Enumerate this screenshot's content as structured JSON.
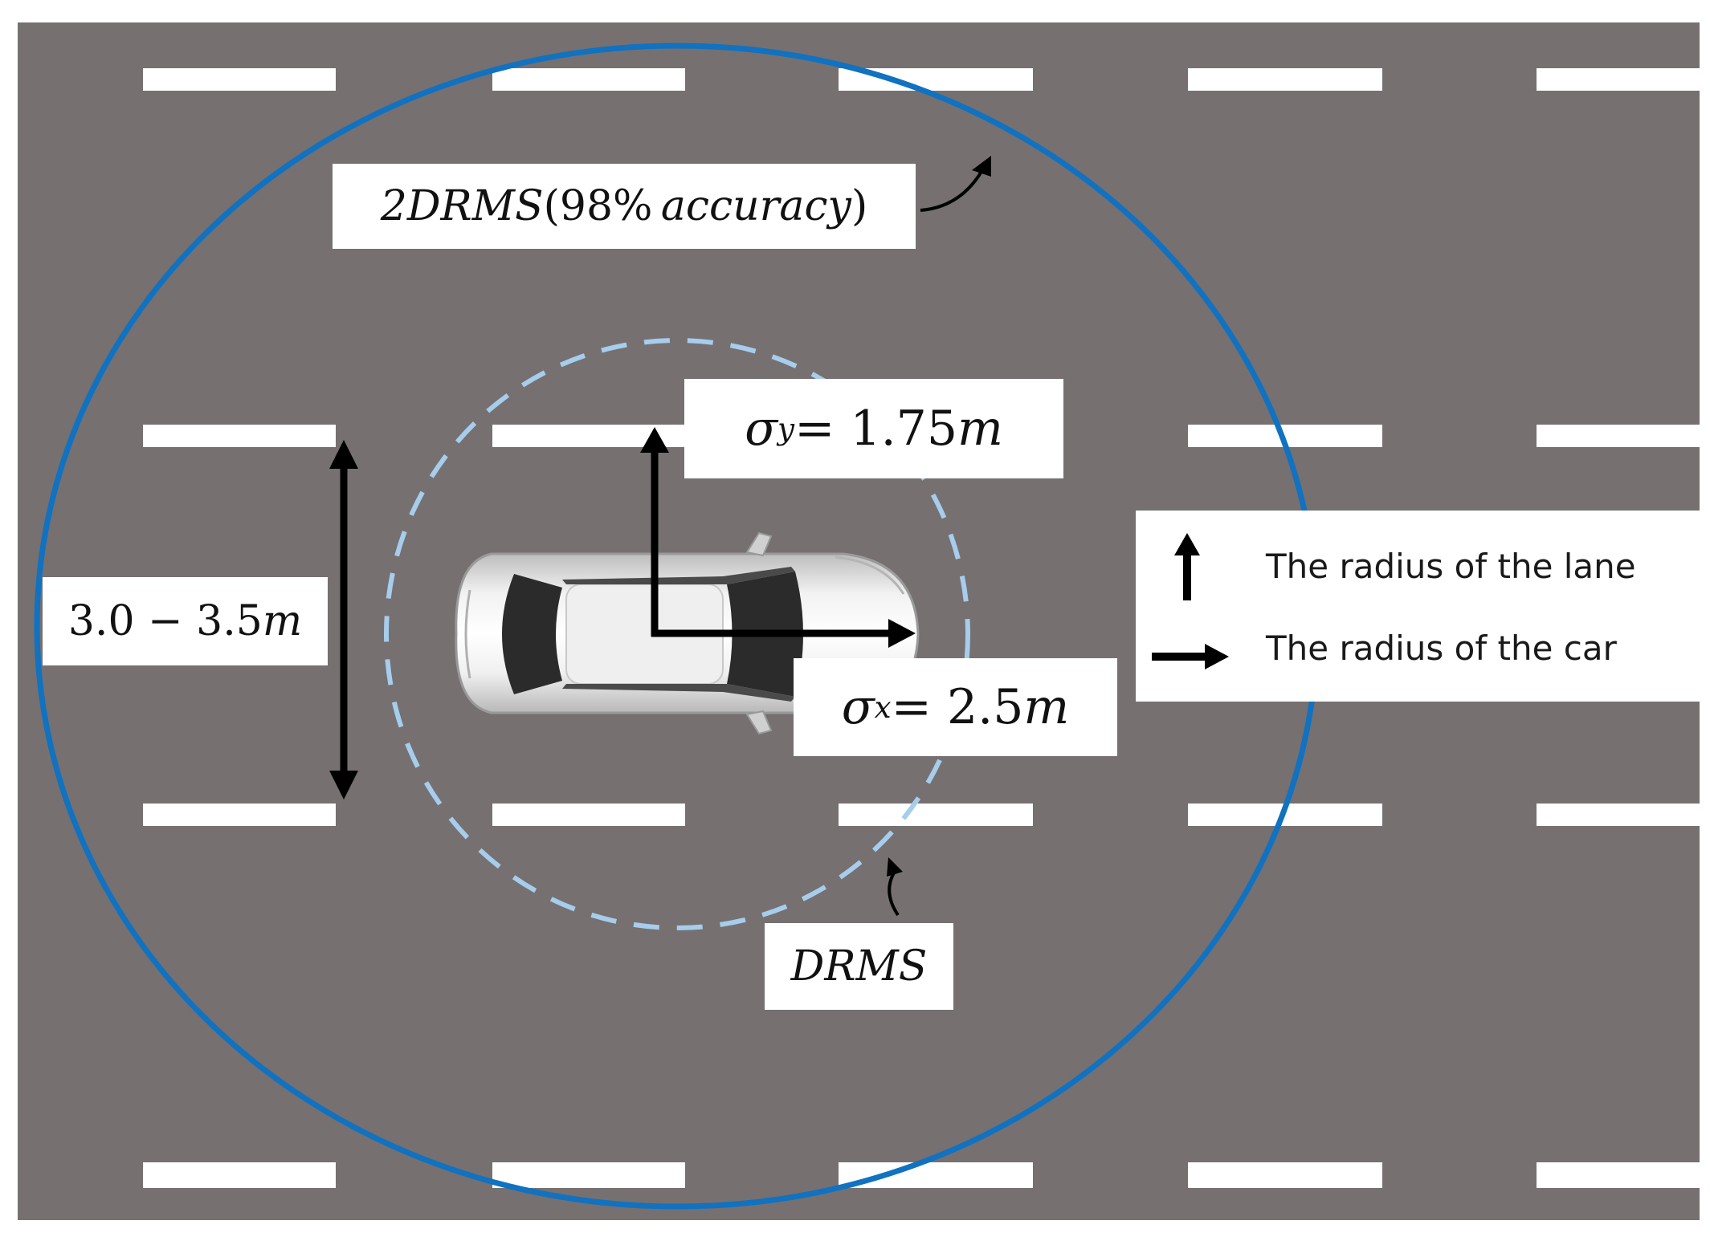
{
  "labels": {
    "two_drms_pre": "2DRMS",
    "two_drms_open": "(",
    "two_drms_pct": "98%",
    "two_drms_word": "accuracy",
    "two_drms_close": ")",
    "sigma_y_symbol": "σ",
    "sigma_y_sub": "y",
    "sigma_y_value": " = 1.75",
    "sigma_y_unit": "m",
    "sigma_x_symbol": "σ",
    "sigma_x_sub": "x",
    "sigma_x_value": " = 2.5",
    "sigma_x_unit": "m",
    "lane_width_value": "3.0 − 3.5",
    "lane_width_unit": "m",
    "drms": "DRMS"
  },
  "legend": {
    "lane_radius": "The radius of the lane",
    "car_radius": "The radius of the car"
  },
  "colors": {
    "road": "#767071",
    "lane_marking": "#ffffff",
    "circle_2drms": "#1072c0",
    "circle_drms": "#a6cdec",
    "arrow": "#000000",
    "car_body": "#e3e3e3",
    "car_glass": "#2b2b2b"
  },
  "icons": {
    "car": "car-top-view-icon",
    "up_arrow": "arrow-up-icon",
    "right_arrow": "arrow-right-icon"
  }
}
